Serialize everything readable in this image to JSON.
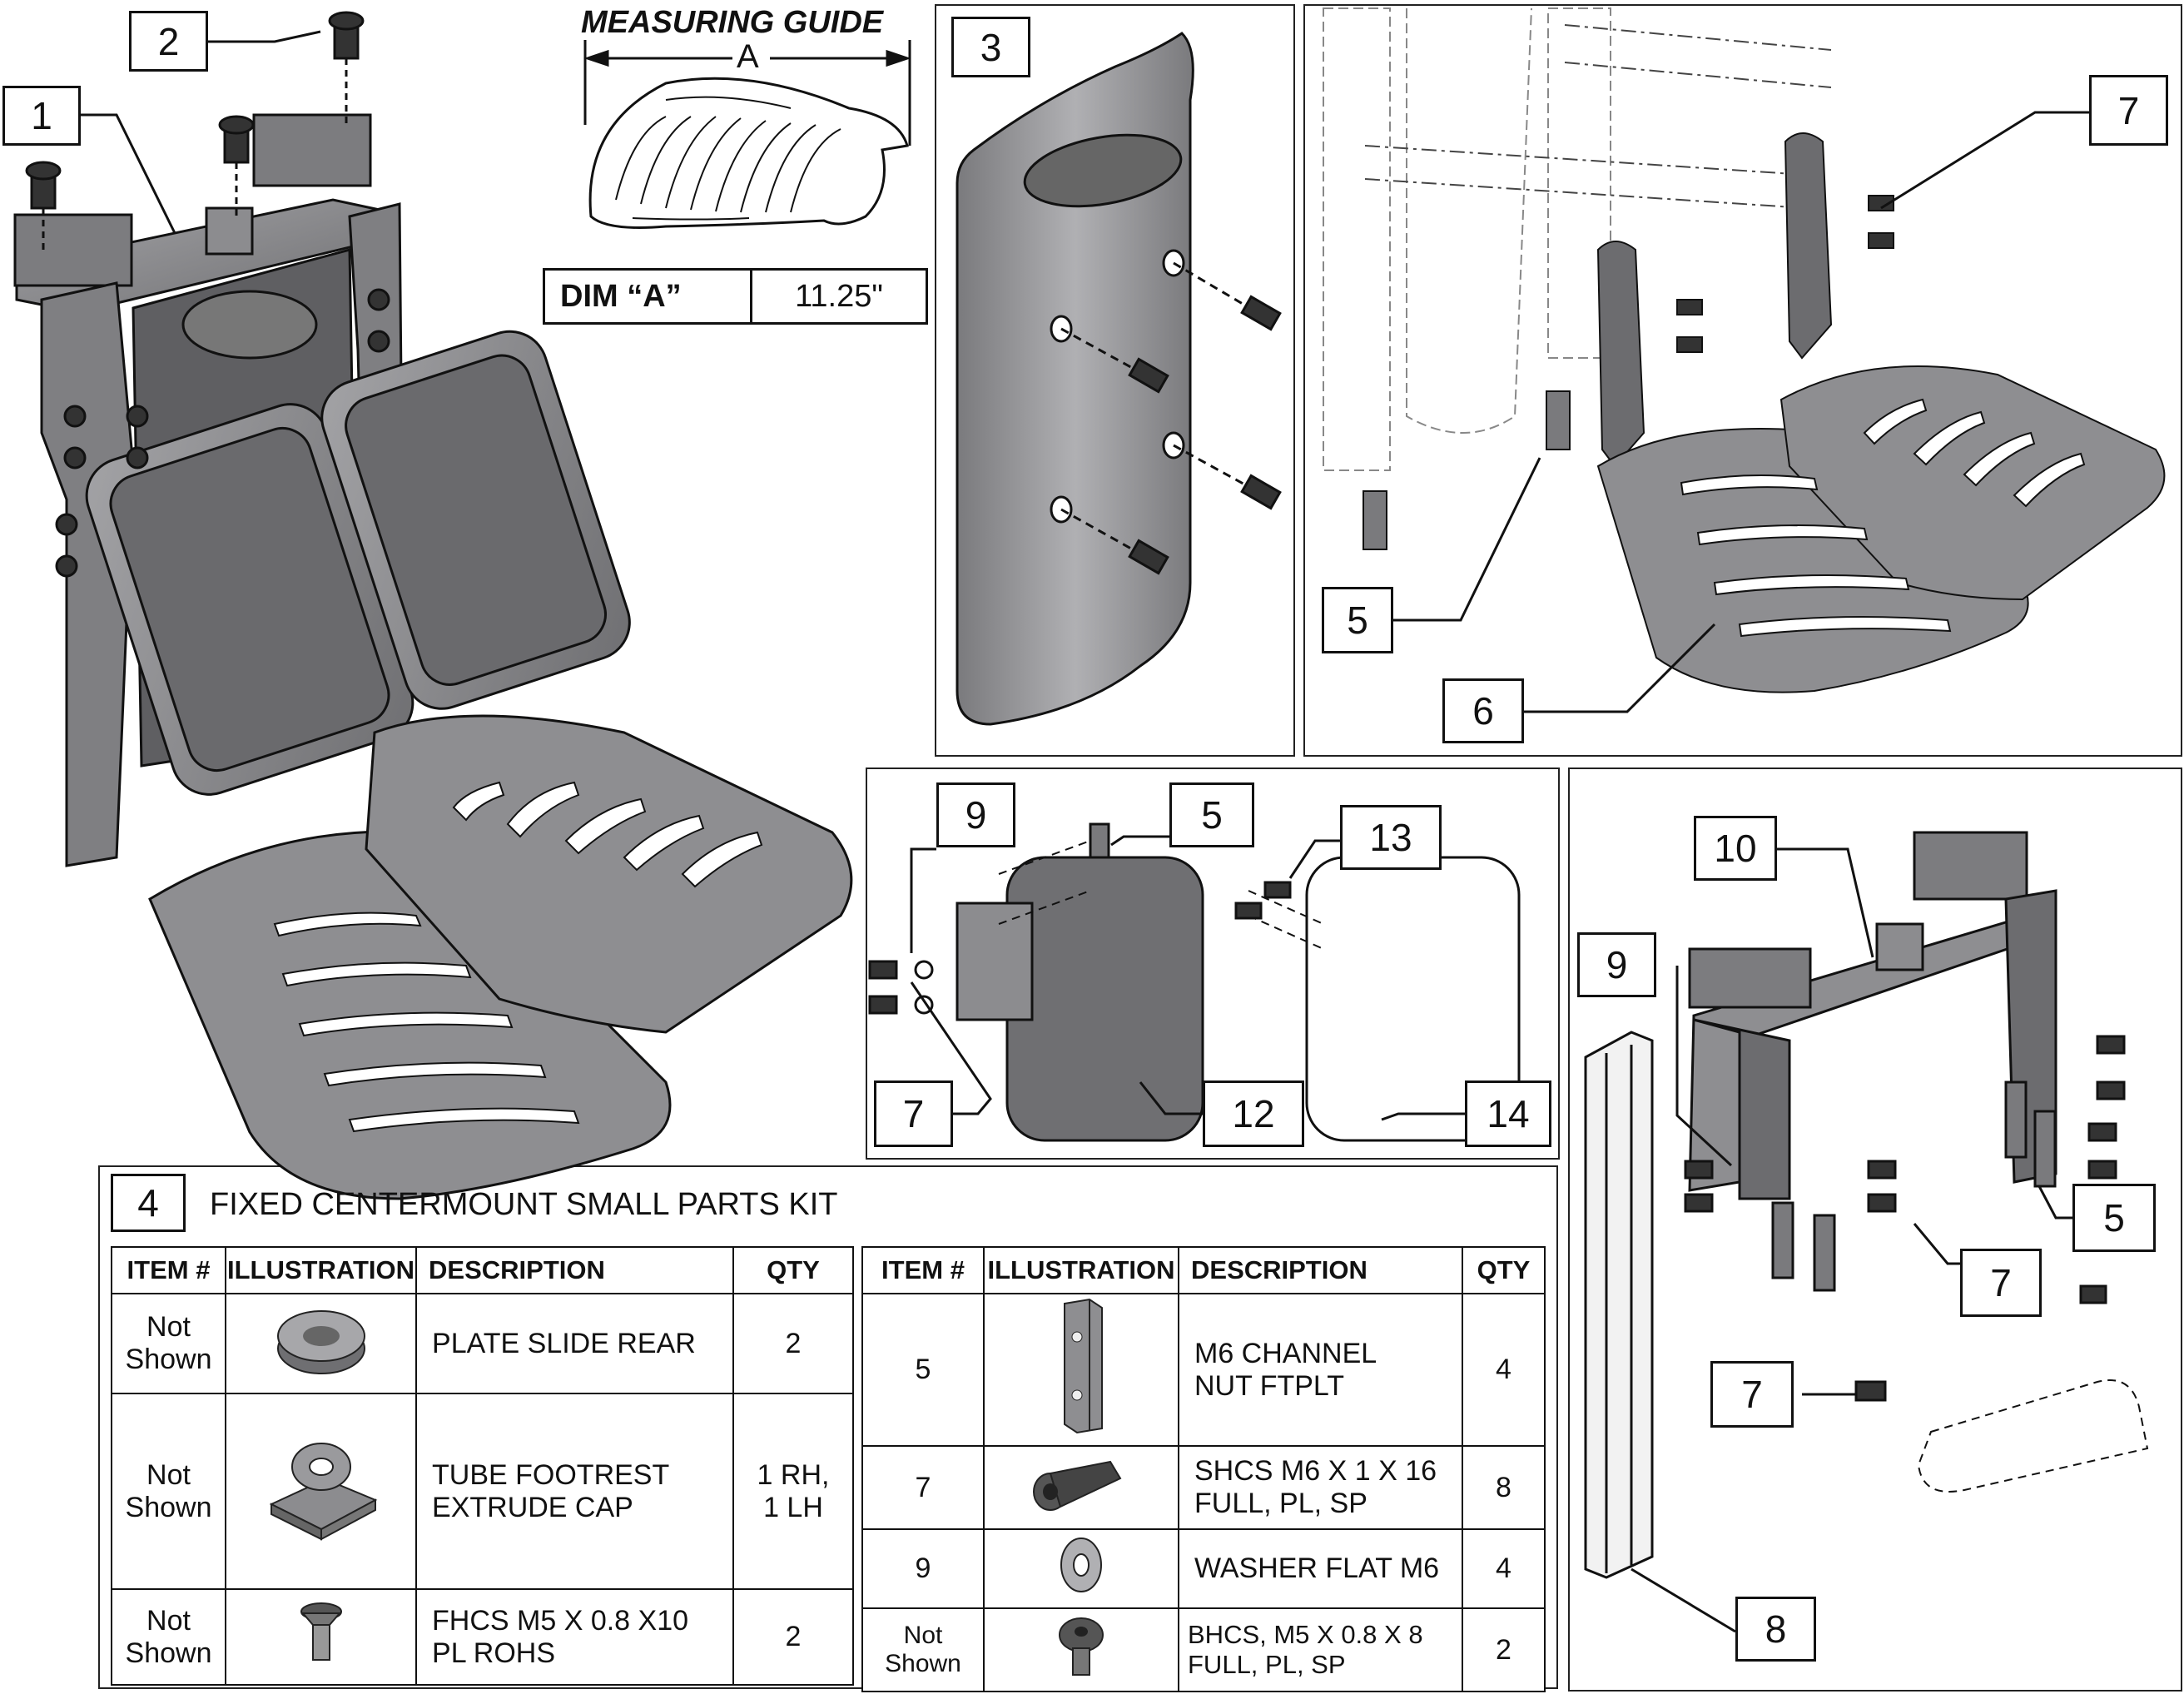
{
  "measuring_guide": {
    "title": "MEASURING GUIDE",
    "dimension_letter": "A",
    "dim_label": "DIM “A”",
    "dim_value": "11.25\""
  },
  "callouts": {
    "c1": "1",
    "c2": "2",
    "c3": "3",
    "c5a": "5",
    "c6": "6",
    "c7a": "7",
    "c9a": "9",
    "c5b": "5",
    "c13": "13",
    "c7b": "7",
    "c12": "12",
    "c14": "14",
    "c10": "10",
    "c9b": "9",
    "c5c": "5",
    "c7c": "7",
    "c7d": "7",
    "c8": "8",
    "c4": "4"
  },
  "kit": {
    "title": "FIXED CENTERMOUNT SMALL PARTS KIT",
    "headers": {
      "item": "ITEM #",
      "illustration": "ILLUSTRATION",
      "description": "DESCRIPTION",
      "qty": "QTY"
    },
    "left_rows": [
      {
        "item_l1": "Not",
        "item_l2": "Shown",
        "icon": "plate-slide-rear-icon",
        "desc_l1": "PLATE SLIDE REAR",
        "desc_l2": "",
        "qty_l1": "2",
        "qty_l2": ""
      },
      {
        "item_l1": "Not",
        "item_l2": "Shown",
        "icon": "tube-cap-icon",
        "desc_l1": "TUBE FOOTREST",
        "desc_l2": "EXTRUDE CAP",
        "qty_l1": "1 RH,",
        "qty_l2": "1 LH"
      },
      {
        "item_l1": "Not",
        "item_l2": "Shown",
        "icon": "flat-head-screw-icon",
        "desc_l1": "FHCS M5 X 0.8 X10",
        "desc_l2": "PL ROHS",
        "qty_l1": "2",
        "qty_l2": ""
      }
    ],
    "right_rows": [
      {
        "item_l1": "5",
        "item_l2": "",
        "icon": "channel-nut-icon",
        "desc_l1": "M6 CHANNEL",
        "desc_l2": "NUT FTPLT",
        "qty": "4"
      },
      {
        "item_l1": "7",
        "item_l2": "",
        "icon": "socket-head-screw-icon",
        "desc_l1": "SHCS M6 X 1 X 16",
        "desc_l2": "FULL, PL, SP",
        "qty": "8"
      },
      {
        "item_l1": "9",
        "item_l2": "",
        "icon": "flat-washer-icon",
        "desc_l1": "WASHER FLAT M6",
        "desc_l2": "",
        "qty": "4"
      },
      {
        "item_l1": "Not",
        "item_l2": "Shown",
        "icon": "button-head-screw-icon",
        "desc_l1": "BHCS, M5 X 0.8 X 8",
        "desc_l2": "FULL, PL, SP",
        "qty": "2"
      }
    ]
  },
  "colors": {
    "part_fill": "#8a8a8c",
    "part_dark": "#6d6d70",
    "line": "#111111",
    "pad_light": "#ffffff"
  }
}
